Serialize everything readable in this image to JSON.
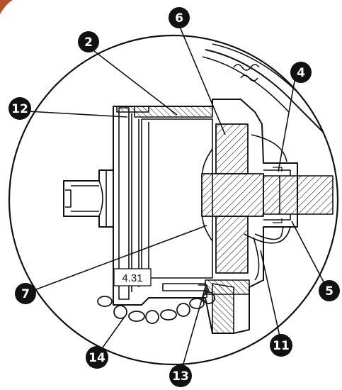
{
  "callouts": [
    {
      "id": "c2",
      "label": "2"
    },
    {
      "id": "c6",
      "label": "6"
    },
    {
      "id": "c4",
      "label": "4"
    },
    {
      "id": "c12",
      "label": "12"
    },
    {
      "id": "c7",
      "label": "7"
    },
    {
      "id": "c5",
      "label": "5"
    },
    {
      "id": "c11",
      "label": "11"
    },
    {
      "id": "c14",
      "label": "14"
    },
    {
      "id": "c13",
      "label": "13"
    }
  ],
  "reference_label": "4.31",
  "colors": {
    "line": "#111111",
    "callout_fill": "#111111",
    "callout_text": "#ffffff",
    "corner_accent": "#b5532a"
  }
}
